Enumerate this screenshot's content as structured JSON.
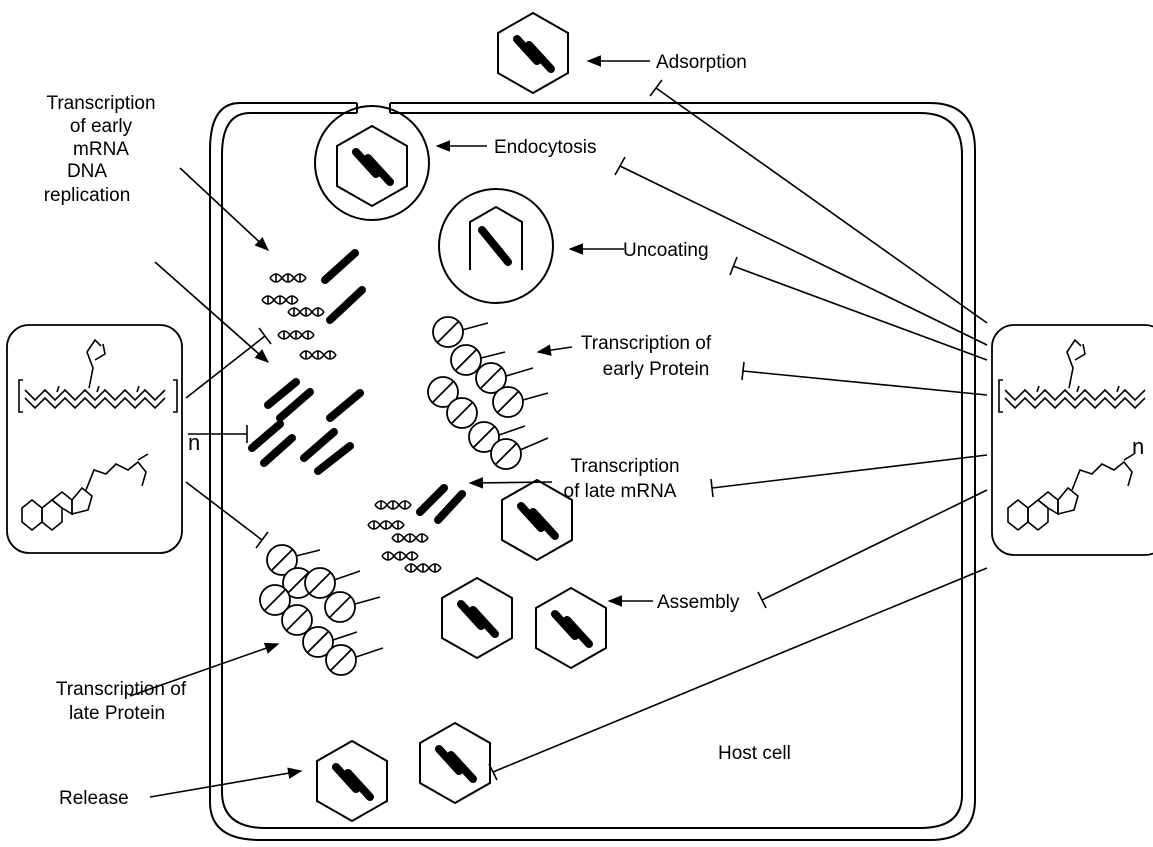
{
  "labels": {
    "adsorption": "Adsorption",
    "endocytosis": "Endocytosis",
    "uncoating": "Uncoating",
    "transcription_early_mrna": [
      "Transcription",
      "of early",
      "mRNA"
    ],
    "dna_replication": [
      "DNA",
      "replication"
    ],
    "transcription_early_protein": [
      "Transcription of",
      "early Protein"
    ],
    "transcription_late_mrna": [
      "Transcription",
      "of late mRNA"
    ],
    "assembly": "Assembly",
    "transcription_late_protein": [
      "Transcription of",
      "late Protein"
    ],
    "release": "Release",
    "host_cell": "Host cell",
    "left_polymer_n": "n",
    "right_polymer_n": "n"
  }
}
